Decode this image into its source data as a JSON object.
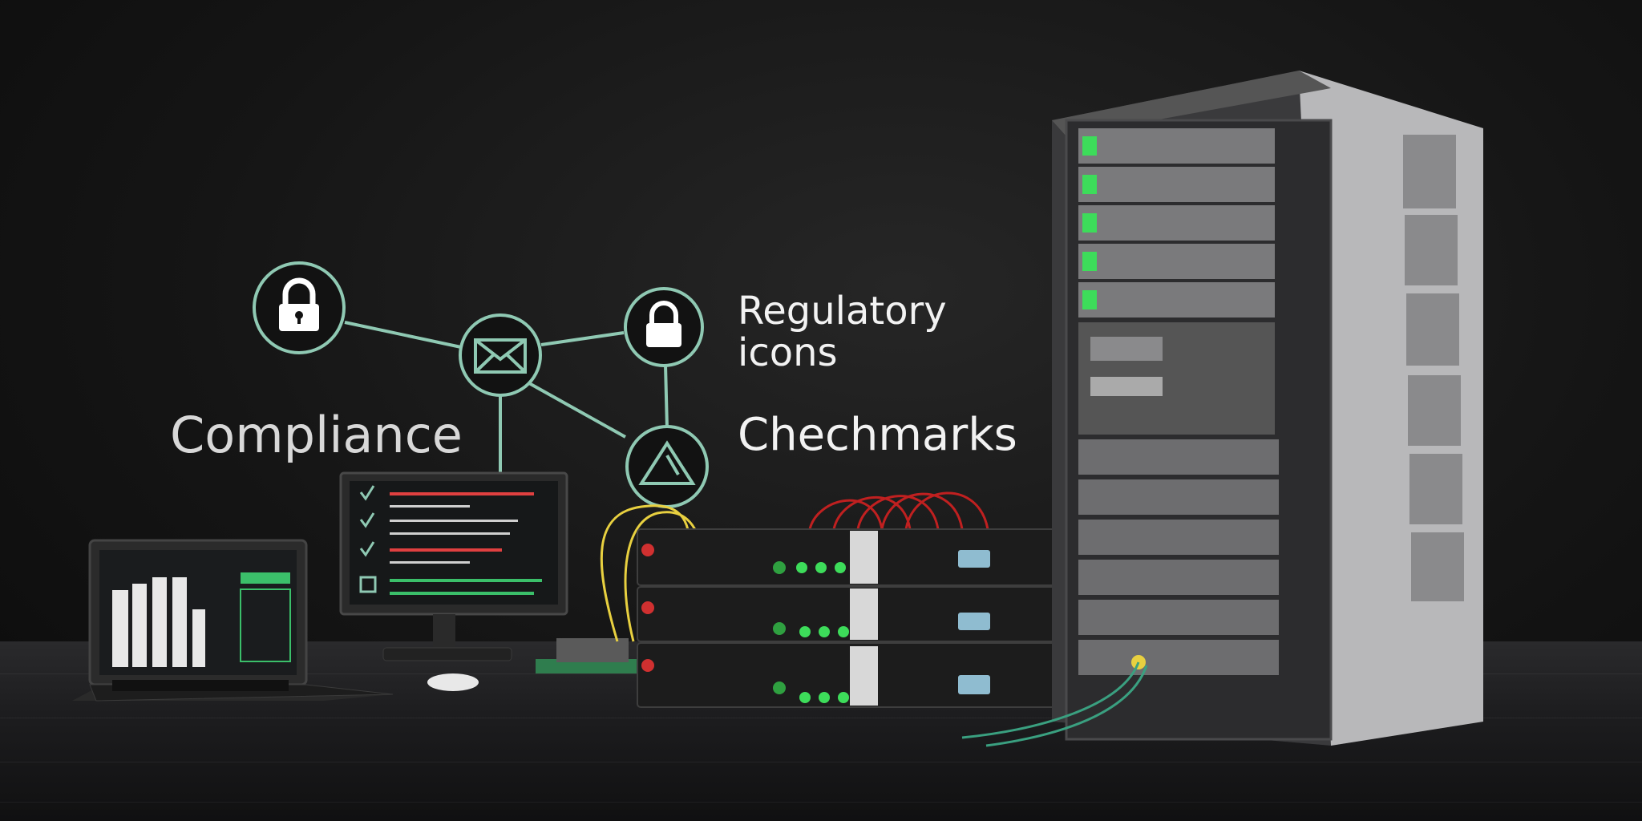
{
  "labels": {
    "compliance": "Compliance",
    "regulatory": "Regulatory icons",
    "checkmarks": "Chechmarks"
  },
  "colors": {
    "network_line": "#8fc9b3",
    "icon_fill": "#ffffff",
    "screen_red": "#e04040",
    "screen_green": "#3bbf6a",
    "led_green": "#3ddc5a",
    "cable_red": "#c02020",
    "cable_yellow": "#e8d040",
    "cable_green": "#3aa080"
  },
  "icons": [
    "lock-icon",
    "envelope-icon",
    "lock-icon",
    "warning-triangle-icon",
    "check-icon"
  ]
}
